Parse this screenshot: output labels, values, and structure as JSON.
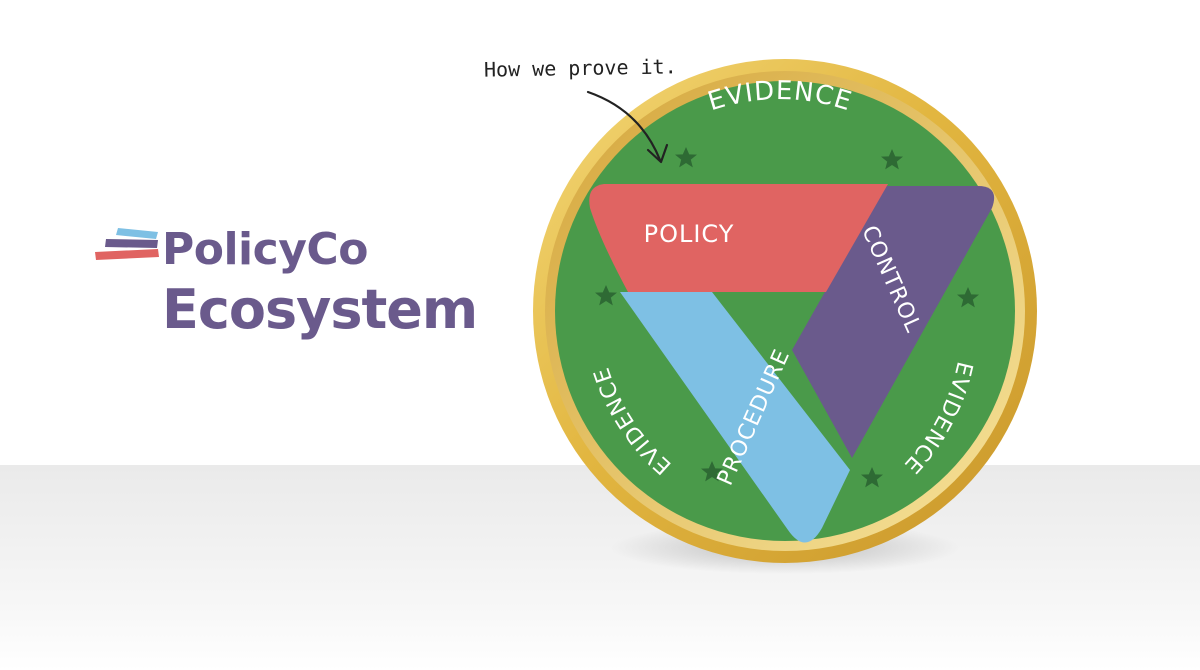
{
  "brand": {
    "name": "PolicyCo",
    "subtitle": "Ecosystem"
  },
  "callout": {
    "text": "How we prove it."
  },
  "diagram": {
    "outer_ring": {
      "top_label": "EVIDENCE",
      "right_label": "EVIDENCE",
      "left_label": "EVIDENCE"
    },
    "sides": {
      "top": "POLICY",
      "right": "CONTROL",
      "left": "PROCEDURE"
    }
  },
  "colors": {
    "brand_text": "#6a5a8c",
    "gold": "#e8c44a",
    "green": "#4a9a4a",
    "policy": "#e06462",
    "control": "#6a5a8c",
    "procedure": "#7ec0e4",
    "star": "#2e6a34"
  }
}
